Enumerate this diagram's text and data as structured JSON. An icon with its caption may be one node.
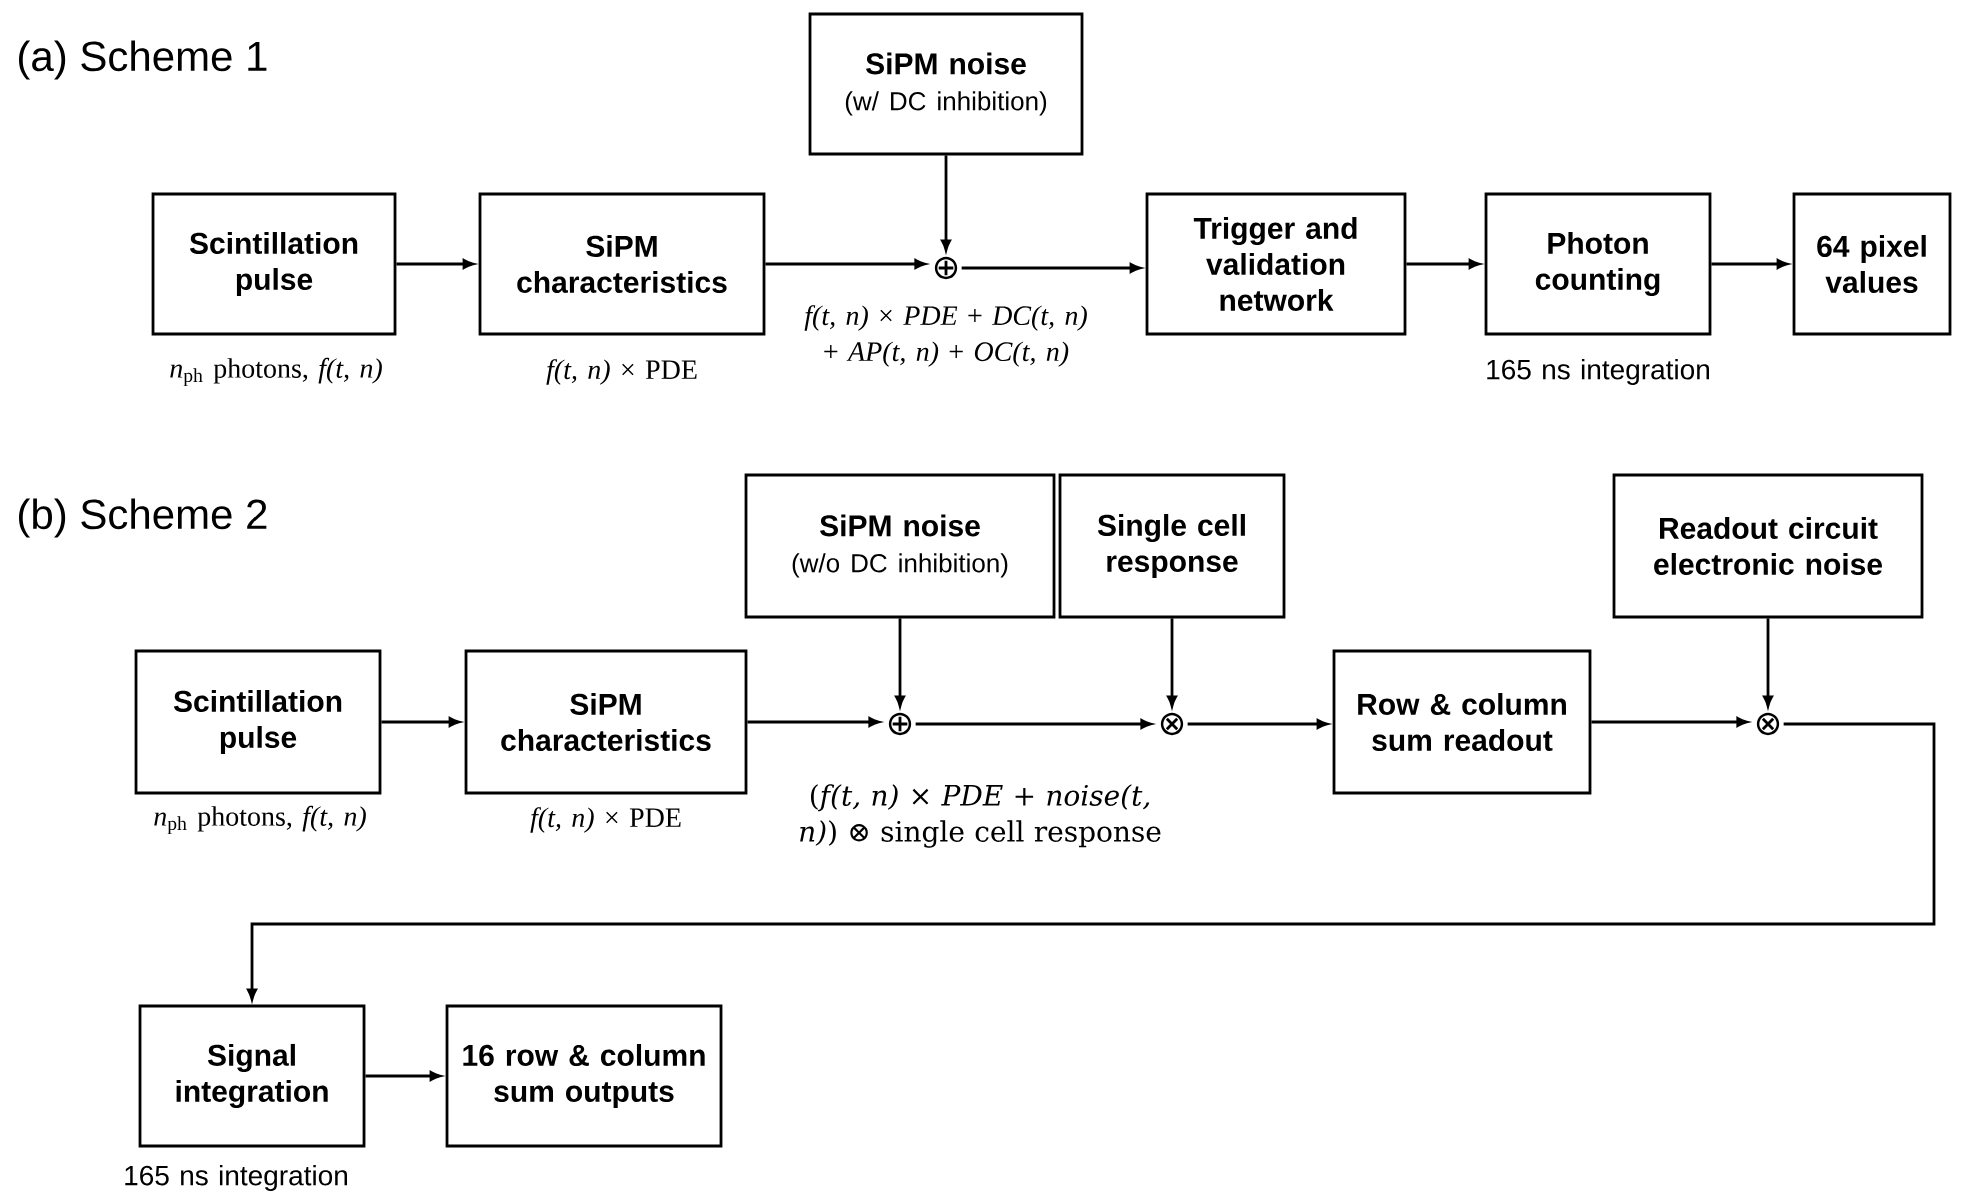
{
  "diagram": {
    "nodes": [
      {
        "text": [
          "Scintillation pulse"
        ],
        "beside": [
          "*n*$_{ph}$ photons, *f(t, n)*"
        ]
      },
      {
        "text": [
          "SiPM characteristics"
        ],
        "beside": [
          "*f(t, n)* × PDE"
        ]
      },
      {
        "text": [
          "SiPM noise",
          "(w/ DC inhibition)"
        ]
      },
      {
        "text": [
          "⊕"
        ],
        "beside": [
          "*f(t, n)* × *PDE* + *DC(t, n)* + *AP(t, n)* + *OC(t, n)*"
        ]
      },
      {
        "text": [
          "Trigger and validation network"
        ]
      },
      {
        "text": [
          "Photon counting"
        ],
        "beside": [
          "165 ns integration"
        ]
      },
      {
        "text": [
          "64 pixel values"
        ]
      },
      {
        "text": [
          "Scintillation pulse"
        ],
        "beside": [
          "*n*$_{ph}$ photons, *f(t, n)*"
        ]
      },
      {
        "text": [
          "SiPM characteristics"
        ],
        "beside": [
          "*f(t, n)* × PDE"
        ]
      },
      {
        "text": [
          "SiPM noise",
          "(w/o DC inhibition)"
        ]
      },
      {
        "text": [
          "Single cell response"
        ]
      },
      {
        "text": [
          "⊕"
        ],
        "beside": [
          "(*f(t, n)* × *PDE* + *noise(t, n)*) ⊗ single cell response"
        ]
      },
      {
        "text": [
          "⊗"
        ]
      },
      {
        "text": [
          "Row & column sum readout"
        ]
      },
      {
        "text": [
          "Readout circuit electronic noise"
        ]
      },
      {
        "text": [
          "⊗"
        ]
      },
      {
        "text": [
          "Signal integration"
        ],
        "beside": [
          "165 ns integration"
        ]
      },
      {
        "text": [
          "16 row & column sum outputs"
        ]
      }
    ],
    "edges": [
      {
        "from": 0,
        "to": 1,
        "arrow": "to"
      },
      {
        "from": 1,
        "to": 3,
        "arrow": "to"
      },
      {
        "from": 2,
        "to": 3,
        "arrow": "to"
      },
      {
        "from": 3,
        "to": 4,
        "arrow": "to"
      },
      {
        "from": 4,
        "to": 5,
        "arrow": "to"
      },
      {
        "from": 5,
        "to": 6,
        "arrow": "to"
      },
      {
        "from": 7,
        "to": 8,
        "arrow": "to"
      },
      {
        "from": 8,
        "to": 11,
        "arrow": "to"
      },
      {
        "from": 9,
        "to": 11,
        "arrow": "to"
      },
      {
        "from": 11,
        "to": 12,
        "arrow": "to"
      },
      {
        "from": 10,
        "to": 12,
        "arrow": "to"
      },
      {
        "from": 12,
        "to": 13,
        "arrow": "to"
      },
      {
        "from": 13,
        "to": 15,
        "arrow": "to"
      },
      {
        "from": 14,
        "to": 15,
        "arrow": "to"
      },
      {
        "from": 15,
        "to": 16,
        "arrow": "to"
      },
      {
        "from": 16,
        "to": 17,
        "arrow": "to"
      }
    ],
    "labels": [
      "(a) Scheme 1",
      "(b) Scheme 2"
    ]
  }
}
